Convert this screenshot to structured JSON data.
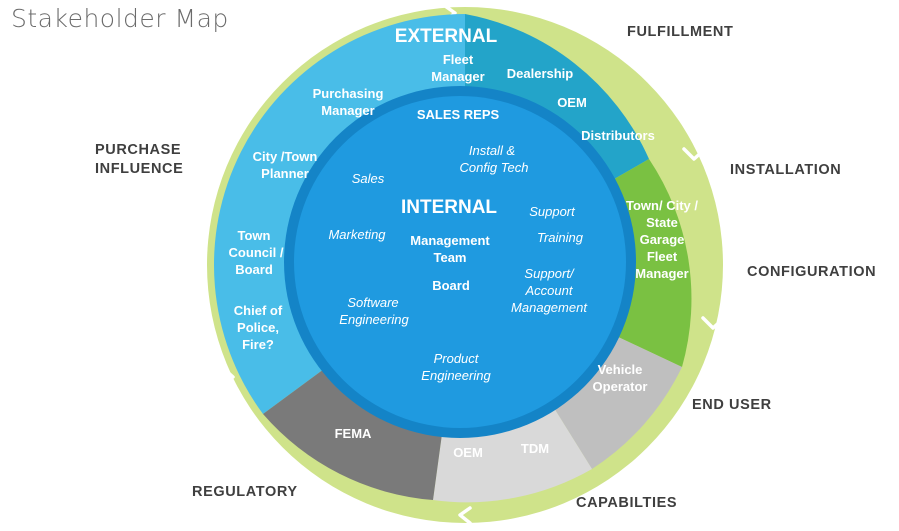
{
  "title": "Stakeholder Map",
  "colors": {
    "ring": "#cfe38a",
    "external": "#49bde8",
    "fulfillment": "#23a4c9",
    "installation": "#7ac142",
    "end_user": "#bfbfbf",
    "capabilities": "#d9d9d9",
    "regulatory": "#7a7a7a",
    "internal_border": "#1484c7",
    "internal_fill": "#1f9ae0"
  },
  "outer_labels": {
    "fulfillment": "FULFILLMENT",
    "installation": "INSTALLATION",
    "configuration": "CONFIGURATION",
    "end_user": "END USER",
    "capabilities": "CAPABILTIES",
    "regulatory": "REGULATORY",
    "purchase_influence_1": "PURCHASE",
    "purchase_influence_2": "INFLUENCE"
  },
  "external": {
    "heading": "EXTERNAL",
    "sales_reps": "SALES REPS",
    "fleet_manager_1": "Fleet",
    "fleet_manager_2": "Manager",
    "purchasing_manager_1": "Purchasing",
    "purchasing_manager_2": "Manager",
    "city_town_planner_1": "City /Town",
    "city_town_planner_2": "Planner",
    "town_council_1": "Town",
    "town_council_2": "Council /",
    "town_council_3": "Board",
    "chief_1": "Chief of",
    "chief_2": "Police,",
    "chief_3": "Fire?"
  },
  "fulfillment": {
    "dealership": "Dealership",
    "oem": "OEM",
    "distributors": "Distributors"
  },
  "installation": {
    "line1": "Town/ City /",
    "line2": "State",
    "line3": "Garage",
    "line4": "Fleet",
    "line5": "Manager"
  },
  "end_user": {
    "line1": "Vehicle",
    "line2": "Operator"
  },
  "capabilities": {
    "oem": "OEM",
    "tdm": "TDM"
  },
  "regulatory": {
    "fema": "FEMA"
  },
  "internal": {
    "heading": "INTERNAL",
    "install_1": "Install &",
    "install_2": "Config Tech",
    "sales": "Sales",
    "support": "Support",
    "marketing": "Marketing",
    "management_1": "Management",
    "management_2": "Team",
    "training": "Training",
    "board": "Board",
    "support_account_1": "Support/",
    "support_account_2": "Account",
    "support_account_3": "Management",
    "software_1": "Software",
    "software_2": "Engineering",
    "product_1": "Product",
    "product_2": "Engineering"
  }
}
